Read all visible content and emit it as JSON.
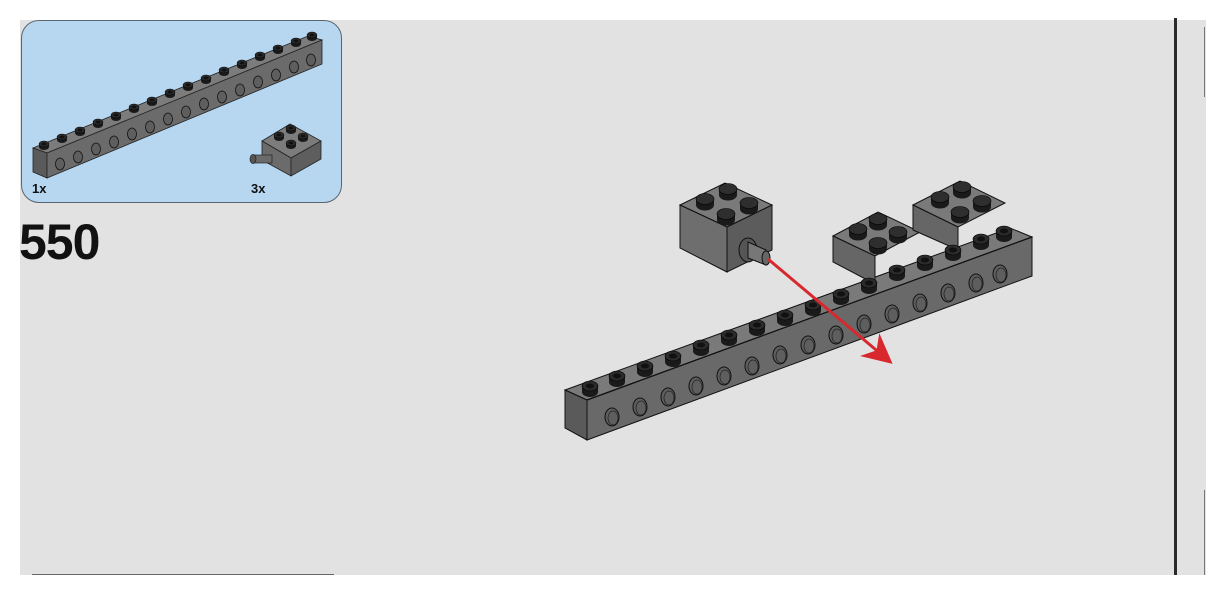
{
  "page": {
    "type": "building-instruction-step",
    "background_color": "#ffffff",
    "panel_color": "#e1e2e1"
  },
  "parts_callout": {
    "background_color": "#b7d7f1",
    "border_color": "#5a6470",
    "parts": [
      {
        "name": "technic-beam-1x16",
        "quantity_label": "1x",
        "color": "#6b6b6b"
      },
      {
        "name": "brick-2x2-with-pin",
        "quantity_label": "3x",
        "color": "#6b6b6b"
      }
    ]
  },
  "step": {
    "number": "550"
  },
  "assembly": {
    "description": "Attach 2x2 brick with pin into technic beam hole",
    "arrow_color": "#d9272e",
    "beam_holes": 16,
    "bricks_attached": 2,
    "brick_being_inserted": 1
  }
}
